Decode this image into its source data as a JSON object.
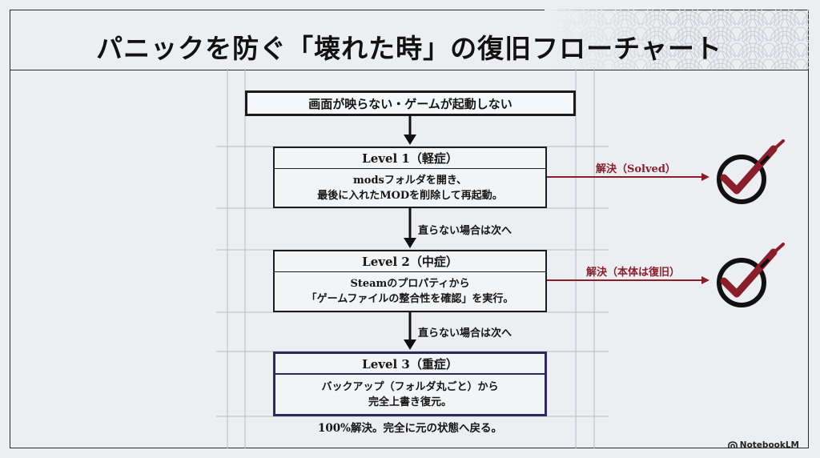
{
  "title": "パニックを防ぐ「壊れた時」の復旧フローチャート",
  "start": "画面が映らない・ゲームが起動しない",
  "levels": [
    {
      "heading": "Level 1（軽症）",
      "line1": "modsフォルダを開き、",
      "line2": "最後に入れたMODを削除して再起動。",
      "result": "解決（Solved）"
    },
    {
      "heading": "Level 2（中症）",
      "line1": "Steamのプロパティから",
      "line2": "「ゲームファイルの整合性を確認」を実行。",
      "result": "解決（本体は復旧）"
    },
    {
      "heading": "Level 3（重症）",
      "line1": "バックアップ（フォルダ丸ごと）から",
      "line2": "完全上書き復元。"
    }
  ],
  "next_label": "直らない場合は次へ",
  "final_result": "100%解決。完全に元の状態へ戻る。",
  "brand": "NotebookLM",
  "colors": {
    "accent": "#8a1f2b",
    "level3_border": "#2e2a5e",
    "line": "#1b1b1b"
  },
  "icons": [
    "check-katana-icon",
    "notebooklm-logo-icon"
  ]
}
